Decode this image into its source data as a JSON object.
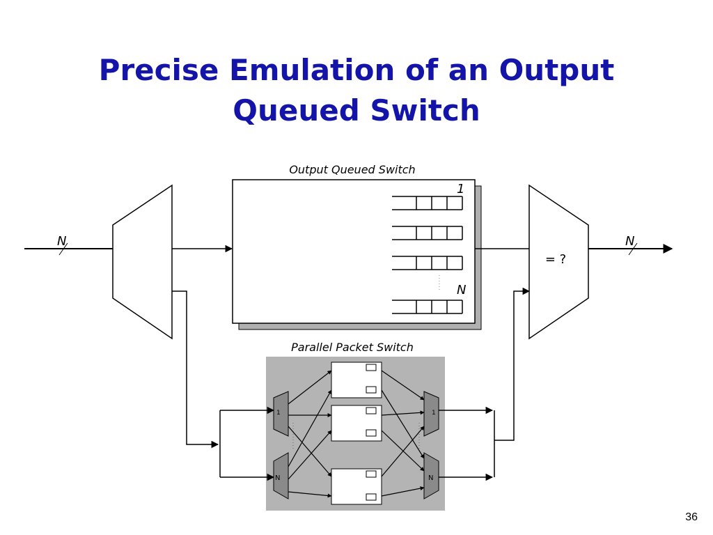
{
  "slide": {
    "title_line1": "Precise Emulation of an Output",
    "title_line2": "Queued Switch",
    "page_number": "36"
  },
  "diagram": {
    "oq_switch_label": "Output Queued Switch",
    "queue_first_label": "1",
    "queue_last_label": "N",
    "input_bus_label": "N",
    "output_bus_label": "N",
    "compare_label": "= ?",
    "pps_label": "Parallel Packet Switch",
    "pps_demux_first_label": "1",
    "pps_demux_last_label": "N",
    "pps_mux_first_label": "1",
    "pps_mux_last_label": "N",
    "colors": {
      "title": "#1414a8",
      "line": "#000000",
      "shadow": "#b0b0b0",
      "pps_background": "#b4b4b4",
      "pps_mux_fill": "#8a8a8a"
    }
  }
}
